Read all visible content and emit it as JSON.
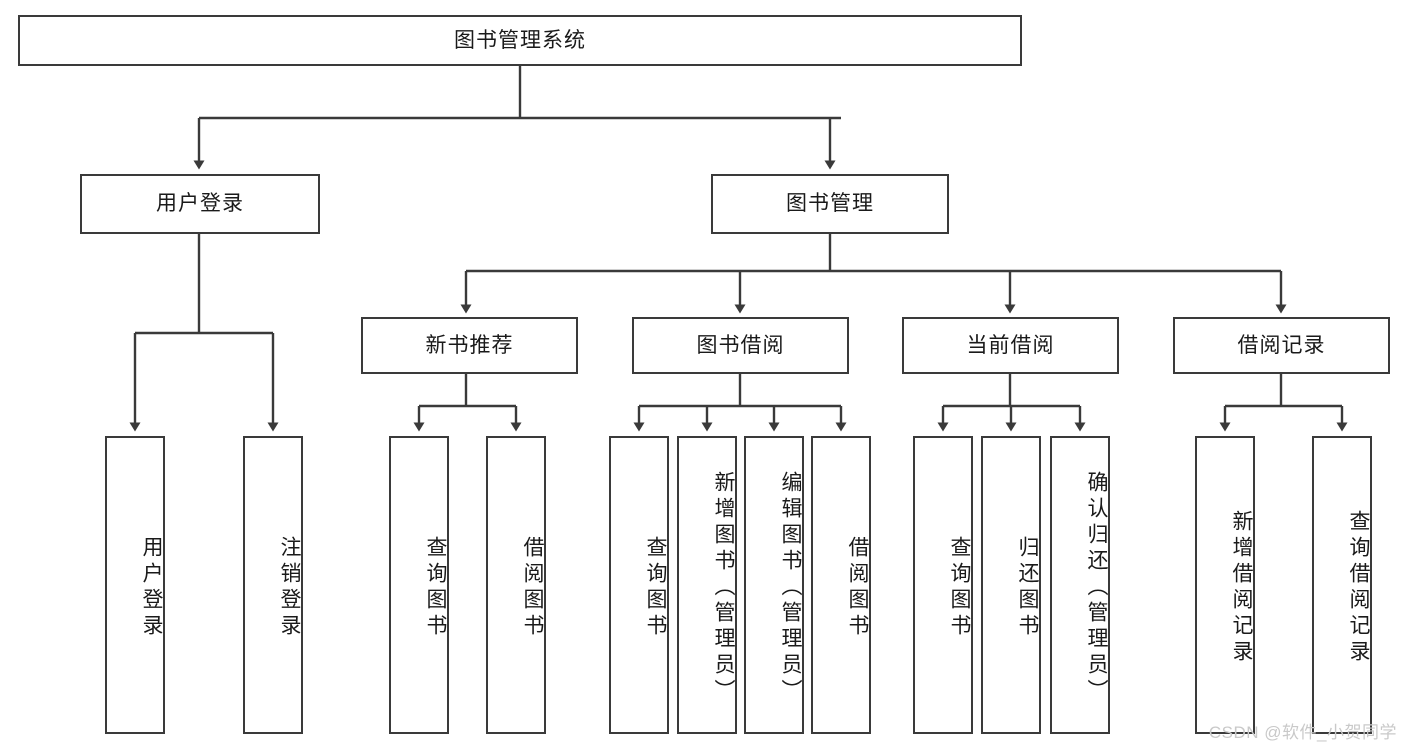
{
  "diagram": {
    "type": "tree-hierarchy",
    "title": "图书管理系统",
    "orientation": "top-down",
    "stroke_color": "#3a3a3a",
    "background_color": "#ffffff",
    "text_color": "#1a1a1a"
  },
  "nodes": {
    "root": {
      "label": "图书管理系统",
      "level": 0
    },
    "level1": [
      {
        "id": "user-login",
        "label": "用户登录"
      },
      {
        "id": "book-manage",
        "label": "图书管理"
      }
    ],
    "level2": [
      {
        "id": "new-book-rec",
        "label": "新书推荐",
        "parent": "book-manage"
      },
      {
        "id": "book-borrow",
        "label": "图书借阅",
        "parent": "book-manage"
      },
      {
        "id": "current-borrow",
        "label": "当前借阅",
        "parent": "book-manage"
      },
      {
        "id": "borrow-record",
        "label": "借阅记录",
        "parent": "book-manage"
      }
    ],
    "leaves": {
      "user-login": [
        {
          "id": "leaf-user-login",
          "label": "用户登录"
        },
        {
          "id": "leaf-logout",
          "label": "注销登录"
        }
      ],
      "new-book-rec": [
        {
          "id": "leaf-query-book-1",
          "label": "查询图书"
        },
        {
          "id": "leaf-borrow-book-1",
          "label": "借阅图书"
        }
      ],
      "book-borrow": [
        {
          "id": "leaf-query-book-2",
          "label": "查询图书"
        },
        {
          "id": "leaf-add-book",
          "label": "新增图书（管理员）"
        },
        {
          "id": "leaf-edit-book",
          "label": "编辑图书（管理员）"
        },
        {
          "id": "leaf-borrow-book-2",
          "label": "借阅图书"
        }
      ],
      "current-borrow": [
        {
          "id": "leaf-query-book-3",
          "label": "查询图书"
        },
        {
          "id": "leaf-return-book",
          "label": "归还图书"
        },
        {
          "id": "leaf-confirm-return",
          "label": "确认归还（管理员）"
        }
      ],
      "borrow-record": [
        {
          "id": "leaf-add-record",
          "label": "新增借阅记录"
        },
        {
          "id": "leaf-query-record",
          "label": "查询借阅记录"
        }
      ]
    }
  },
  "watermark": {
    "text": "CSDN @软件_小贺同学"
  }
}
